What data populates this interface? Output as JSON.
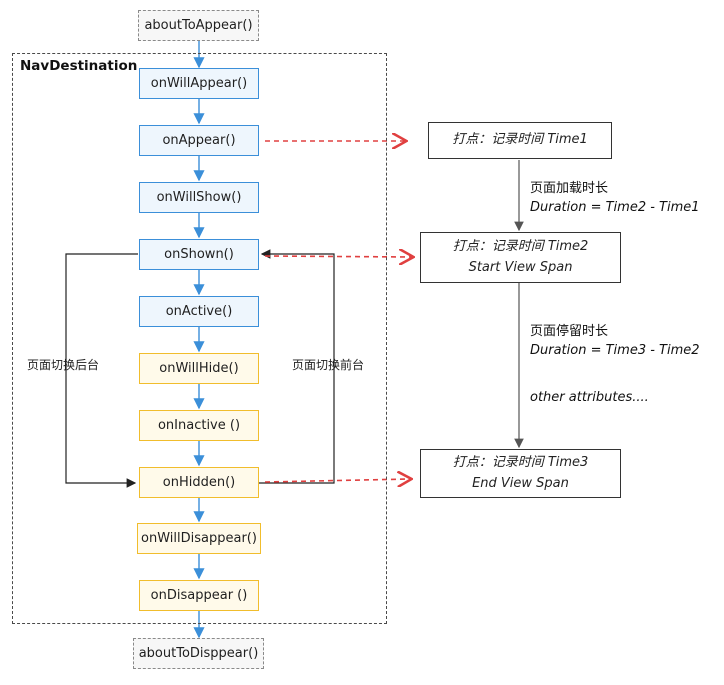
{
  "start_box": "aboutToAppear()",
  "end_box": "aboutToDisppear()",
  "region_title": "NavDestination",
  "lifecycle": [
    {
      "label": "onWillAppear()",
      "color": "blue"
    },
    {
      "label": "onAppear()",
      "color": "blue"
    },
    {
      "label": "onWillShow()",
      "color": "blue"
    },
    {
      "label": "onShown()",
      "color": "blue"
    },
    {
      "label": "onActive()",
      "color": "blue"
    },
    {
      "label": "onWillHide()",
      "color": "yellow"
    },
    {
      "label": "onInactive ()",
      "color": "yellow"
    },
    {
      "label": "onHidden()",
      "color": "yellow"
    },
    {
      "label": "onWillDisappear()",
      "color": "yellow"
    },
    {
      "label": "onDisappear ()",
      "color": "yellow"
    }
  ],
  "side_labels": {
    "to_background": "页面切换后台",
    "to_foreground": "页面切换前台"
  },
  "tracking": {
    "box1": {
      "line1": "打点：记录时间 Time1"
    },
    "box2": {
      "line1": "打点：记录时间 Time2",
      "line2": "Start View Span"
    },
    "box3": {
      "line1": "打点：记录时间 Time3",
      "line2": "End View Span"
    },
    "note1": {
      "title": "页面加载时长",
      "formula": "Duration = Time2 - Time1"
    },
    "note2": {
      "title": "页面停留时长",
      "formula": "Duration = Time3 - Time2",
      "extra": "other attributes...."
    }
  },
  "colors": {
    "blue_border": "#3b8fd9",
    "blue_fill": "#eef6fd",
    "yellow_border": "#f1bd2c",
    "yellow_fill": "#fffaea",
    "arrow_blue": "#3b8fd9",
    "dashed_red": "#e04040"
  }
}
